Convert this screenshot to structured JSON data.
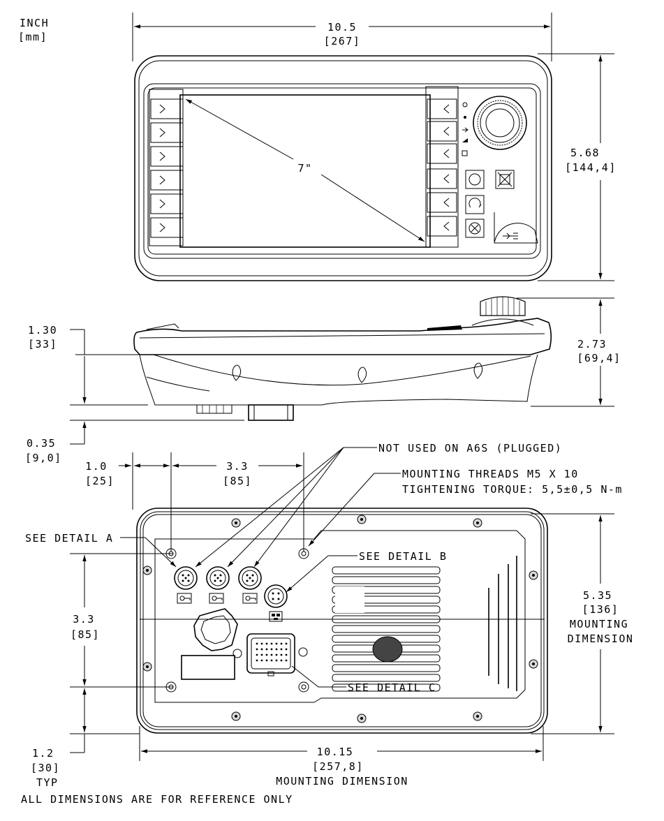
{
  "units": {
    "line1": "INCH",
    "line2": "[mm]"
  },
  "front_view": {
    "width_in": "10.5",
    "width_mm": "[267]",
    "height_in": "5.68",
    "height_mm": "[144,4]",
    "screen_diag": "7\""
  },
  "side_view": {
    "depth_in": "2.73",
    "depth_mm": "[69,4]",
    "lip_in": "1.30",
    "lip_mm": "[33]",
    "bottom_in": "0.35",
    "bottom_mm": "[9,0]"
  },
  "rear_view": {
    "edge_in": "1.0",
    "edge_mm": "[25]",
    "spacing_in": "3.3",
    "spacing_mm": "[85]",
    "vert_in": "3.3",
    "vert_mm": "[85]",
    "bottom_in": "1.2",
    "bottom_mm": "[30]",
    "bottom_typ": "TYP",
    "mount_h_in": "5.35",
    "mount_h_mm": "[136]",
    "mount_h_l1": "MOUNTING",
    "mount_h_l2": "DIMENSION",
    "mount_w_in": "10.15",
    "mount_w_mm": "[257,8]",
    "mount_w_label": "MOUNTING DIMENSION"
  },
  "callouts": {
    "not_used": "NOT USED ON A6S (PLUGGED)",
    "threads_l1": "MOUNTING THREADS M5 X 10",
    "threads_l2": "TIGHTENING TORQUE: 5,5±0,5 N-m",
    "detail_a": "SEE DETAIL A",
    "detail_b": "SEE DETAIL B",
    "detail_c": "SEE DETAIL C"
  },
  "footer_note": "ALL DIMENSIONS ARE FOR REFERENCE ONLY"
}
